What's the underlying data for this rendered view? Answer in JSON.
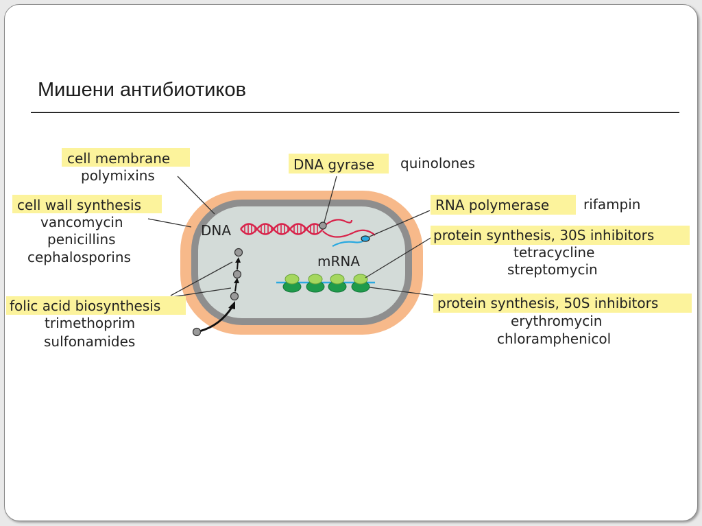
{
  "slide": {
    "title": "Мишени антибиотиков"
  },
  "cell": {
    "dna_label": "DNA",
    "mrna_label": "mRNA"
  },
  "targets": {
    "cell_membrane": {
      "label": "cell membrane",
      "drugs": [
        "polymixins"
      ]
    },
    "cell_wall": {
      "label": "cell wall synthesis",
      "drugs": [
        "vancomycin",
        "penicillins",
        "cephalosporins"
      ]
    },
    "folic_acid": {
      "label": "folic acid biosynthesis",
      "drugs": [
        "trimethoprim",
        "sulfonamides"
      ]
    },
    "dna_gyrase": {
      "label": "DNA gyrase",
      "drugs": [
        "quinolones"
      ]
    },
    "rna_polymerase": {
      "label": "RNA polymerase",
      "drugs": [
        "rifampin"
      ]
    },
    "protein_30s": {
      "label": "protein synthesis, 30S inhibitors",
      "drugs": [
        "tetracycline",
        "streptomycin"
      ]
    },
    "protein_50s": {
      "label": "protein synthesis, 50S inhibitors",
      "drugs": [
        "erythromycin",
        "chloramphenicol"
      ]
    }
  },
  "colors": {
    "highlight": "#fcf39c",
    "cell_wall": "#f7b98a",
    "membrane": "#8e8e8e",
    "cytoplasm": "#d3dbd8",
    "dna_strand": "#d8234a",
    "mrna": "#2aa9e0",
    "ribosome_small": "#a5d75e",
    "ribosome_large": "#1f9b4b"
  }
}
